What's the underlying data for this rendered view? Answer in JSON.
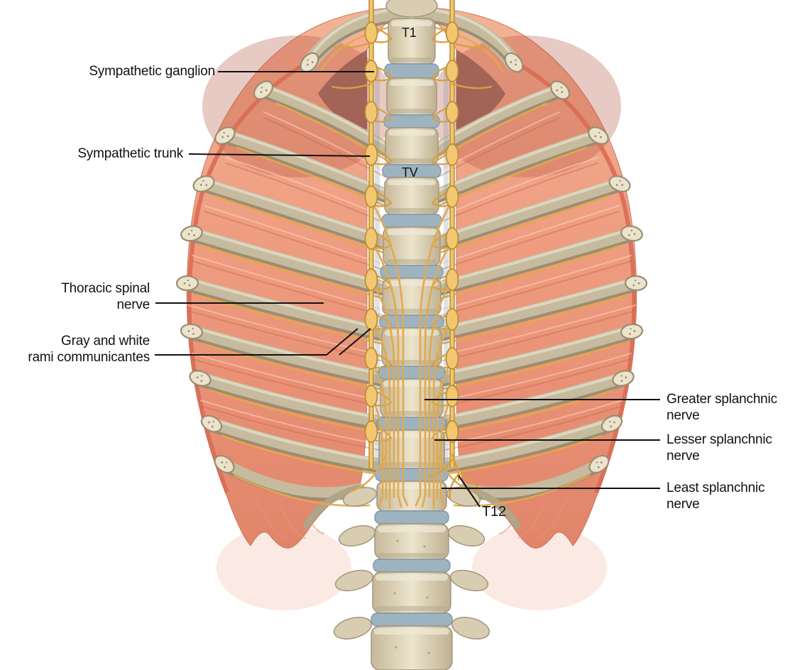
{
  "labels": {
    "sympathetic_ganglion": "Sympathetic ganglion",
    "sympathetic_trunk": "Sympathetic trunk",
    "thoracic_spinal_nerve": "Thoracic spinal\nnerve",
    "gray_white_rami": "Gray and white\nrami communicantes",
    "greater_splanchnic": "Greater splanchnic\nnerve",
    "lesser_splanchnic": "Lesser splanchnic\nnerve",
    "least_splanchnic": "Least splanchnic\nnerve",
    "vertebra_t1": "T1",
    "vertebra_tv": "TV",
    "vertebra_t12": "T12"
  },
  "palette": {
    "background": "#ffffff",
    "muscle": "#ef9f83",
    "muscle_deep": "#b4503a",
    "rib_bone": "#c6bb9f",
    "rib_shadow": "#8b7f66",
    "vertebra_bone": "#e2d8bf",
    "disc": "#9eb3c0",
    "nerve_yellow": "#f1c66c",
    "nerve_outline": "#c1943e",
    "cut_edge": "#d96b55",
    "leader_line": "#111111",
    "label_text": "#111111"
  }
}
